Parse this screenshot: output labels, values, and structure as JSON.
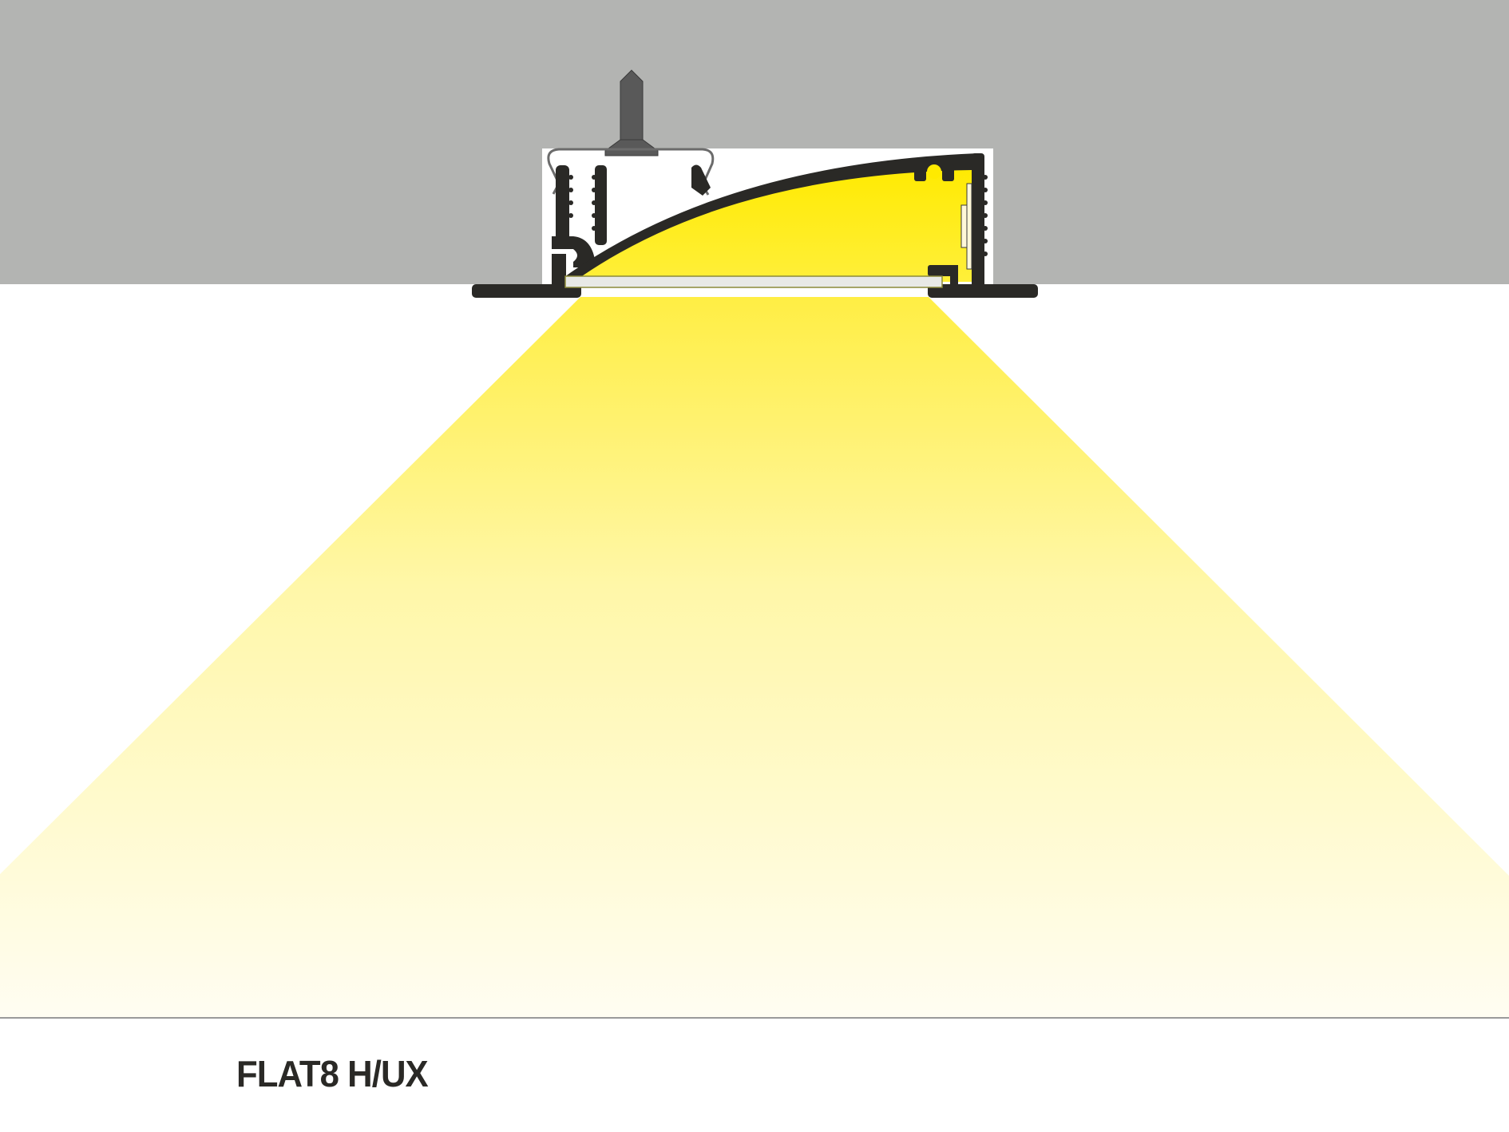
{
  "diagram": {
    "type": "led-profile-cross-section",
    "product_name": "FLAT8 H/UX",
    "components": [
      {
        "name": "ceiling",
        "color": "#b3b4b2"
      },
      {
        "name": "mounting-recess",
        "color": "#ffffff"
      },
      {
        "name": "aluminium-profile",
        "color": "#2a2926"
      },
      {
        "name": "mounting-screw",
        "color": "#595959"
      },
      {
        "name": "mounting-clip",
        "color": "#6b6b6b"
      },
      {
        "name": "diffuser",
        "color": "#e8e9e6"
      },
      {
        "name": "led-strip",
        "color": "#fff8d8"
      },
      {
        "name": "light-beam",
        "color_top": "#ffee44",
        "color_bottom": "#fffdf2"
      }
    ],
    "colors": {
      "ceiling": "#b3b4b2",
      "profile": "#2a2926",
      "light_top": "#ffee44",
      "light_mid": "#fff7a8",
      "light_bottom": "#fffdf2",
      "floor_line": "#9a9a9a"
    }
  }
}
